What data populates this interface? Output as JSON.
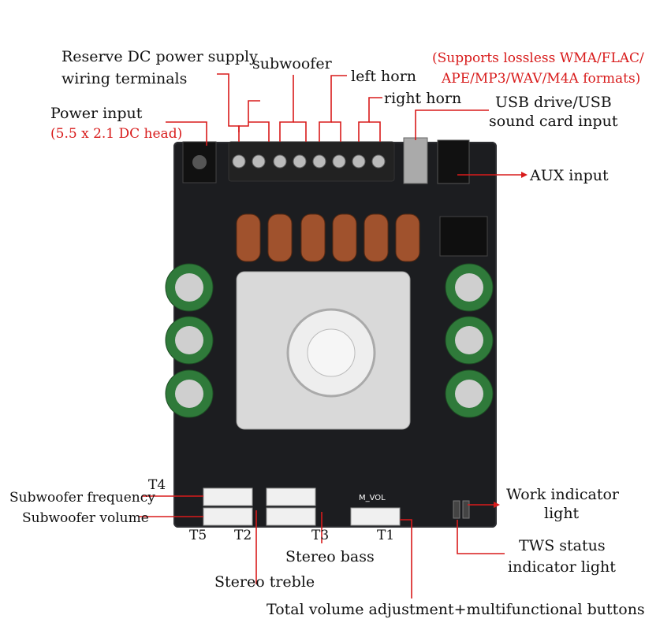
{
  "labels": {
    "reserve_dc_line1": "Reserve DC power supply",
    "reserve_dc_line2": "wiring terminals",
    "subwoofer": "subwoofer",
    "left_horn": "left horn",
    "right_horn": "right horn",
    "formats_line1": "(Supports lossless WMA/FLAC/",
    "formats_line2": "APE/MP3/WAV/M4A formats)",
    "power_input": "Power input",
    "power_head": "(5.5 x 2.1 DC head)",
    "usb_line1": "USB drive/USB",
    "usb_line2": "sound card input",
    "aux_input": "AUX input",
    "sub_freq": "Subwoofer frequency",
    "sub_vol": "Subwoofer volume",
    "work_line1": "Work indicator",
    "work_line2": "light",
    "tws_line1": "TWS status",
    "tws_line2": "indicator light",
    "stereo_bass": "Stereo bass",
    "stereo_treble": "Stereo treble",
    "total_volume": "Total volume adjustment+multifunctional buttons"
  },
  "connectors": {
    "t1": "T1",
    "t2": "T2",
    "t3": "T3",
    "t4": "T4",
    "t5": "T5"
  },
  "board_text": {
    "m_vol": "M_VOL"
  },
  "colors": {
    "label_red": "#d81b1b",
    "line_red": "#d81b1b",
    "board": "#1c1d20"
  }
}
